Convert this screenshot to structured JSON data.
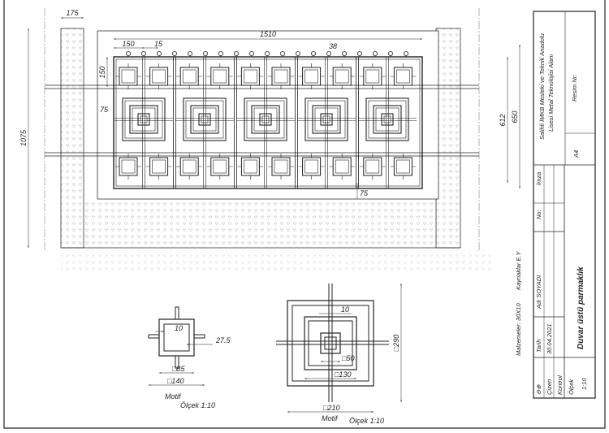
{
  "drawing": {
    "front_view": {
      "dims": {
        "pillar_width": "175",
        "total_height": "1075",
        "panel_width": "1510",
        "spacing": "150",
        "gap": "15",
        "ball": "38",
        "row_height": "150",
        "offset_left": "75",
        "inner_height": "612",
        "panel_height": "650",
        "offset_bottom": "75"
      }
    },
    "detail_small": {
      "dims": {
        "bar": "10",
        "offset": "27.5",
        "inner": "□85",
        "outer": "□140"
      },
      "caption": "Motif",
      "scale": "Ölçek 1:10"
    },
    "detail_large": {
      "dims": {
        "bar": "10",
        "inner": "□50",
        "middle": "□130",
        "outer": "□210",
        "height": "□290"
      },
      "caption": "Motif",
      "scale": "Ölçek 1:10"
    },
    "notes": {
      "materials": "Malzemeler: 30X10",
      "welding": "Kaynaklar E.Y"
    }
  },
  "title_block": {
    "school": "Salihli İMKB Mesleki ve Teknik Anadolu",
    "department": "Lisesi Metal Teknolojisi Alanı",
    "drawing_no_label": "Resim Nr:",
    "paper_size": "A4",
    "signature_label": "İmza",
    "no_label": "No:",
    "projection_symbol": "⊖⊕",
    "date_label": "Tarih",
    "name_label": "Adı SOYADI",
    "drawn_label": "Çizen",
    "date_value": "30.04.2021",
    "checked_label": "Kontrol",
    "scale_label": "Ölçek",
    "scale_value": "1:10",
    "title": "Duvar üstü parmaklık"
  }
}
